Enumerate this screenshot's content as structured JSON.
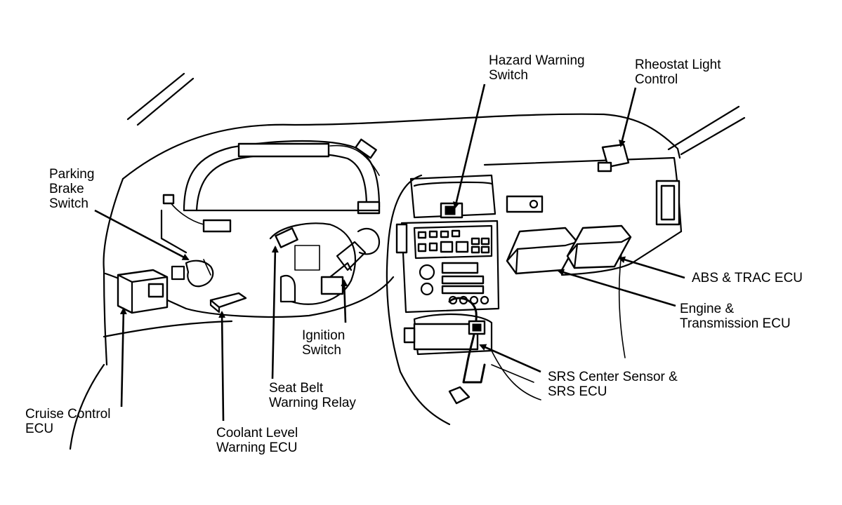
{
  "labels": {
    "hazard": [
      "Hazard Warning",
      "Switch"
    ],
    "rheostat": [
      "Rheostat Light",
      "Control"
    ],
    "parking": [
      "Parking",
      "Brake",
      "Switch"
    ],
    "abs": [
      "ABS & TRAC ECU"
    ],
    "engine": [
      "Engine &",
      "Transmission ECU"
    ],
    "ignition": [
      "Ignition",
      "Switch"
    ],
    "srs": [
      "SRS Center Sensor &",
      "SRS ECU"
    ],
    "seatbelt": [
      "Seat Belt",
      "Warning Relay"
    ],
    "cruise": [
      "Cruise Control",
      "ECU"
    ],
    "coolant": [
      "Coolant Level",
      "Warning ECU"
    ]
  }
}
